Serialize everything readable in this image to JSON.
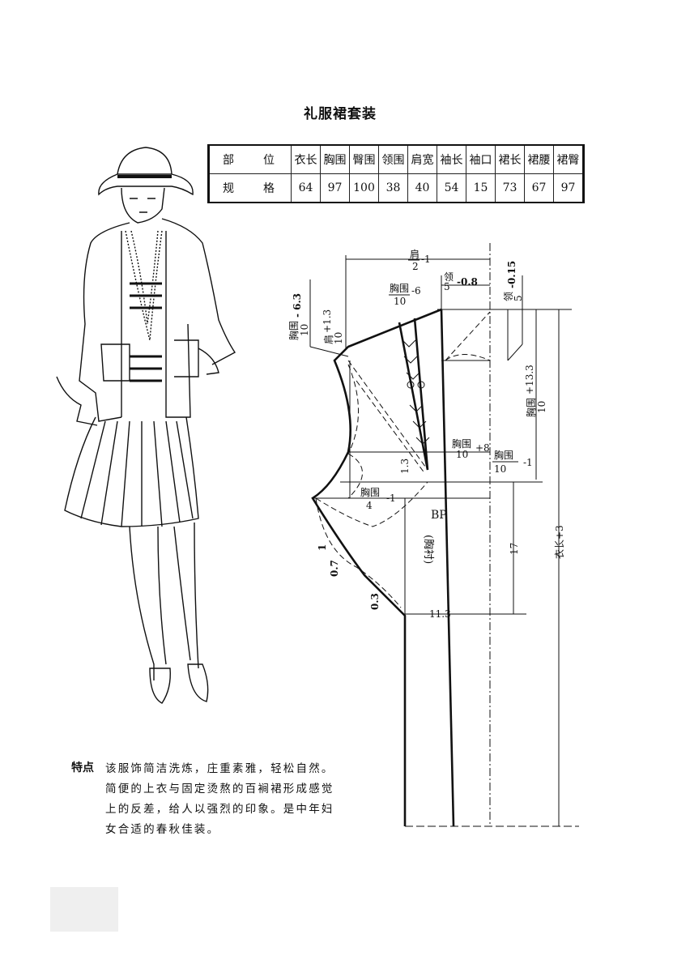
{
  "title": "礼服裙套装",
  "table": {
    "header_label": [
      "部",
      "位"
    ],
    "value_label": [
      "规",
      "格"
    ],
    "columns": [
      "衣长",
      "胸围",
      "臀围",
      "领围",
      "肩宽",
      "袖长",
      "袖口",
      "裙长",
      "裙腰",
      "裙臀"
    ],
    "values": [
      "64",
      "97",
      "100",
      "38",
      "40",
      "54",
      "15",
      "73",
      "67",
      "97"
    ]
  },
  "diagram": {
    "shoulder_top": {
      "num": "肩",
      "den": "2",
      "tail": "-1"
    },
    "neck_width": {
      "num": "领",
      "den": "5",
      "tail": "-0.8"
    },
    "neck_depth": {
      "num": "领",
      "den": "5",
      "tail": "-0.15"
    },
    "dart_pos": {
      "num": "胸围",
      "den": "10",
      "tail": "-6"
    },
    "left_depth": {
      "num": "胸围",
      "den": "10",
      "tail": "- 6.3"
    },
    "shoulder_drop": {
      "num": "肩",
      "den": "10",
      "tail": "+1.3"
    },
    "armhole_depth": {
      "num": "胸围",
      "den": "10",
      "tail": "+13.3"
    },
    "chest_a": {
      "num": "胸围",
      "den": "10",
      "tail": "+8"
    },
    "chest_b": {
      "num": "胸围",
      "den": "10",
      "tail": "-1"
    },
    "bust_quarter": {
      "num": "胸围",
      "den": "4",
      "tail": "-1"
    },
    "dart_13": "1.3",
    "bp": "BP",
    "lining": "(胸衬)",
    "m1": "1",
    "m07": "0.7",
    "m03": "0.3",
    "waist": "11.3",
    "length17": "17",
    "total_length": "衣长+3"
  },
  "feature": {
    "label": "特点",
    "lines": [
      "该服饰简洁洗炼，庄重素雅，轻松自然。",
      "简便的上衣与固定烫熬的百裥裙形成感觉",
      "上的反差，给人以强烈的印象。是中年妇",
      "女合适的春秋佳装。"
    ]
  }
}
